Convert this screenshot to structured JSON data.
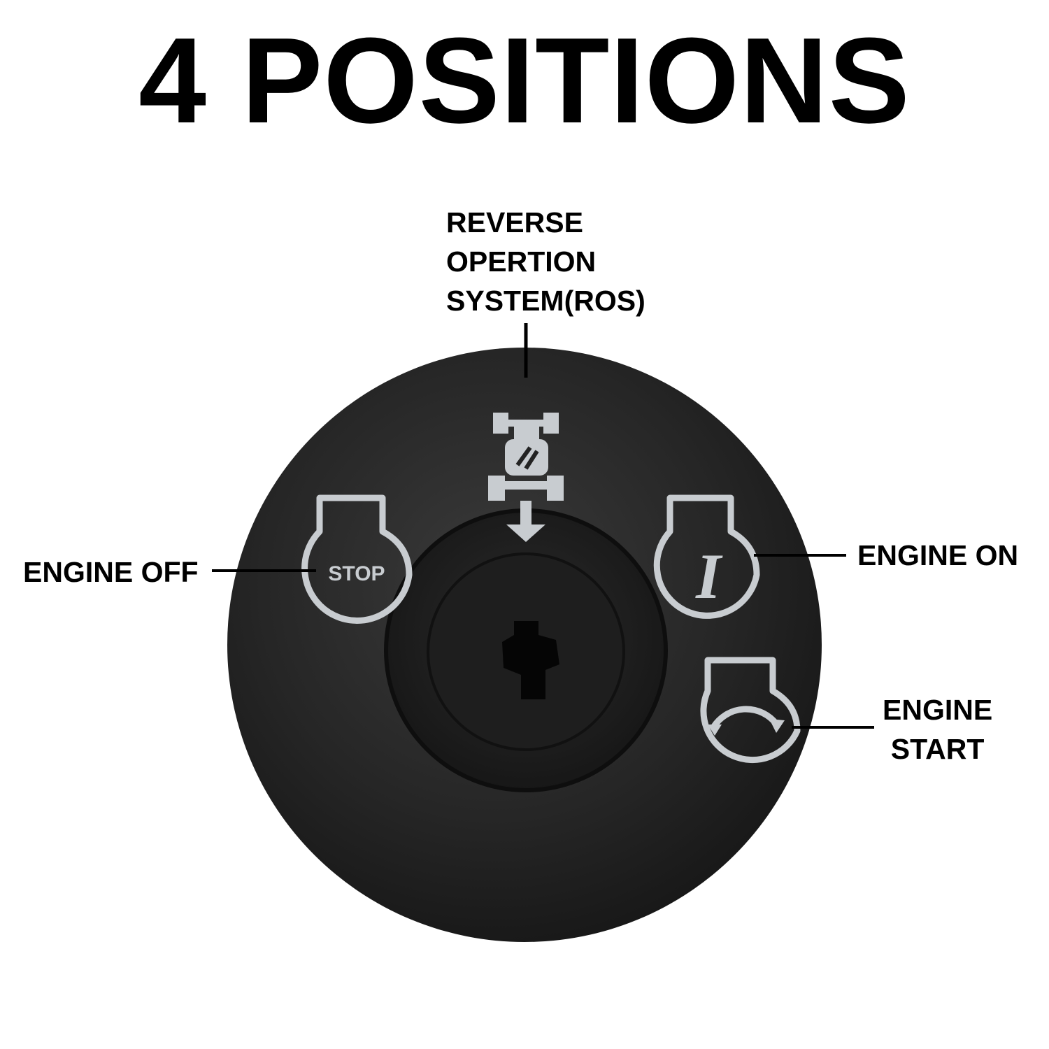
{
  "title": "4 POSITIONS",
  "labels": {
    "ros_line1": "REVERSE",
    "ros_line2": "OPERTION",
    "ros_line3": "SYSTEM(ROS)",
    "engine_off": "ENGINE OFF",
    "engine_on": "ENGINE ON",
    "engine_start_line1": "ENGINE",
    "engine_start_line2": "START"
  },
  "switch": {
    "stop_icon_text": "STOP",
    "run_icon_text": "I"
  },
  "colors": {
    "background": "#ffffff",
    "text": "#000000",
    "knob_body": "#232323",
    "icon_gray": "#c8ccd0"
  }
}
